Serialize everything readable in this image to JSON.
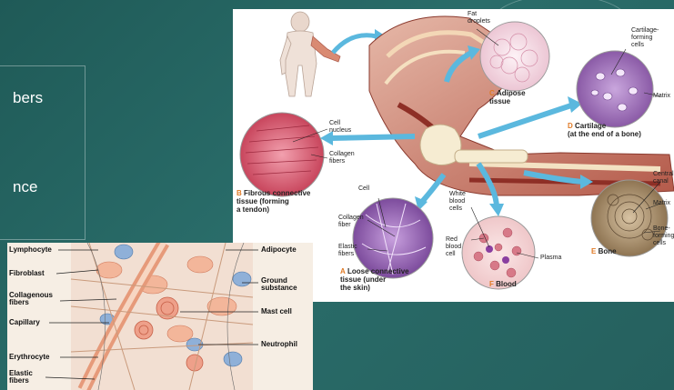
{
  "slide": {
    "text_fragments": [
      "bers",
      "nce"
    ],
    "colors": {
      "background": "#25605e",
      "text": "#ffffff",
      "arrow": "#5bb8de"
    }
  },
  "figure_top": {
    "labels": {
      "fat_droplets": "Fat\ndroplets",
      "cartilage_forming_cells": "Cartilage-\nforming\ncells",
      "matrix_1": "Matrix",
      "cell_nucleus": "Cell\nnucleus",
      "collagen_fibers_1": "Collagen\nfibers",
      "cell": "Cell",
      "collagen_fiber": "Collagen\nfiber",
      "elastic_fibers": "Elastic\nfibers",
      "white_blood_cells": "White\nblood\ncells",
      "red_blood_cell": "Red\nblood\ncell",
      "plasma": "Plasma",
      "central_canal": "Central\ncanal",
      "matrix_2": "Matrix",
      "bone_forming_cells": "Bone-\nforming\ncells"
    },
    "captions": {
      "adipose": {
        "letter": "C",
        "text": "Adipose\ntissue"
      },
      "cartilage": {
        "letter": "D",
        "text": "Cartilage\n(at the end of a bone)"
      },
      "fibrous": {
        "letter": "B",
        "text": "Fibrous connective\ntissue (forming\na tendon)"
      },
      "loose": {
        "letter": "A",
        "text": "Loose connective\ntissue (under\nthe skin)"
      },
      "blood": {
        "letter": "F",
        "text": "Blood"
      },
      "bone": {
        "letter": "E",
        "text": "Bone"
      }
    }
  },
  "figure_bottom": {
    "labels_left": [
      "Lymphocyte",
      "Fibroblast",
      "Collagenous\nfibers",
      "Capillary",
      "Erythrocyte",
      "Elastic\nfibers"
    ],
    "labels_right": [
      "Adipocyte",
      "Ground\nsubstance",
      "Mast cell",
      "Neutrophil"
    ]
  }
}
